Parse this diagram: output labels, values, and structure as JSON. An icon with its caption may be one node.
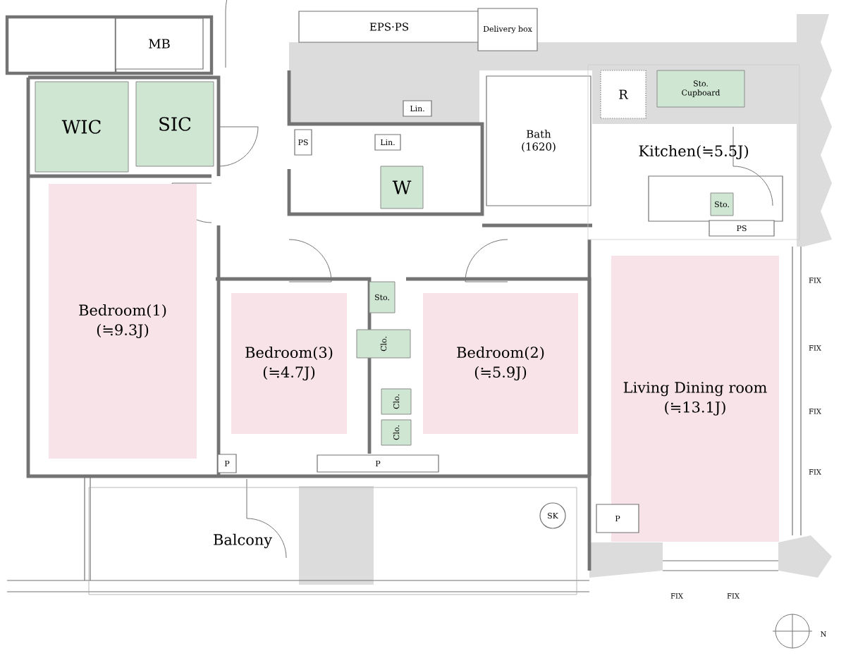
{
  "diagram": {
    "nodes": [
      {
        "text": [
          "MB"
        ]
      },
      {
        "text": [
          "WIC"
        ]
      },
      {
        "text": [
          "SIC"
        ]
      },
      {
        "text": [
          "EPS·PS"
        ]
      },
      {
        "text": [
          "Delivery box"
        ]
      },
      {
        "text": [
          "PS"
        ]
      },
      {
        "text": [
          "Lin."
        ]
      },
      {
        "text": [
          "Lin."
        ]
      },
      {
        "text": [
          "W"
        ]
      },
      {
        "text": [
          "Bath (1620)"
        ]
      },
      {
        "text": [
          "Kitchen(≒5.5J)"
        ]
      },
      {
        "text": [
          "R"
        ],
        "in": 10
      },
      {
        "text": [
          "Sto.",
          "Cupboard"
        ],
        "in": 10
      },
      {
        "text": [
          "Sto."
        ],
        "in": 10
      },
      {
        "text": [
          "PS"
        ],
        "in": 10
      },
      {
        "text": [
          "Bedroom(1)",
          "(≒9.3J)"
        ]
      },
      {
        "text": [
          "Bedroom(3)",
          "(≒4.7J)"
        ]
      },
      {
        "text": [
          "Sto."
        ]
      },
      {
        "text": [
          "Clo."
        ]
      },
      {
        "text": [
          "Clo."
        ]
      },
      {
        "text": [
          "Clo."
        ]
      },
      {
        "text": [
          "Bedroom(2)",
          "(≒5.9J)"
        ]
      },
      {
        "text": [
          "Living Dining room",
          "(≒13.1J)"
        ]
      },
      {
        "text": [
          "P"
        ]
      },
      {
        "text": [
          "P"
        ]
      },
      {
        "text": [
          "SK"
        ],
        "in": 27
      },
      {
        "text": [
          "P"
        ]
      },
      {
        "text": [
          "Balcony"
        ]
      }
    ],
    "labels": [
      "FIX",
      "FIX",
      "FIX",
      "FIX",
      "FIX",
      "FIX",
      "N"
    ]
  }
}
